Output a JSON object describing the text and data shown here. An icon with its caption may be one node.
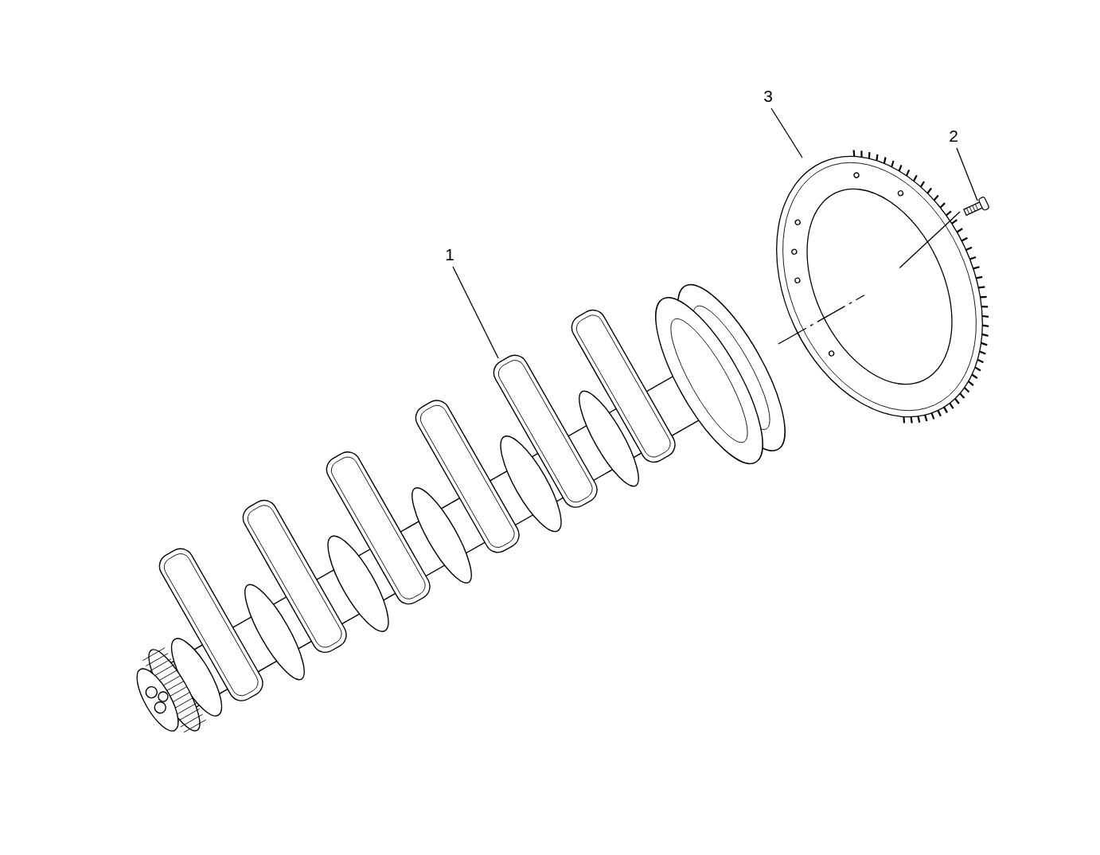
{
  "diagram": {
    "nodes": [
      {
        "text": [
          "1"
        ]
      },
      {
        "text": [
          "2"
        ]
      },
      {
        "text": [
          "3"
        ]
      },
      {
        "text": [],
        "shape": "picture"
      },
      {
        "text": [],
        "shape": "picture"
      },
      {
        "text": [],
        "shape": "picture"
      }
    ],
    "edges": [
      {
        "from": 0,
        "to": 3,
        "arrow": "none"
      },
      {
        "from": 1,
        "to": 4,
        "arrow": "none"
      },
      {
        "from": 2,
        "to": 5,
        "arrow": "none"
      },
      {
        "from": 4,
        "to": 5,
        "arrow": "none"
      },
      {
        "from": 3,
        "to": 5,
        "arrow": "none",
        "style": "dashed"
      }
    ]
  }
}
